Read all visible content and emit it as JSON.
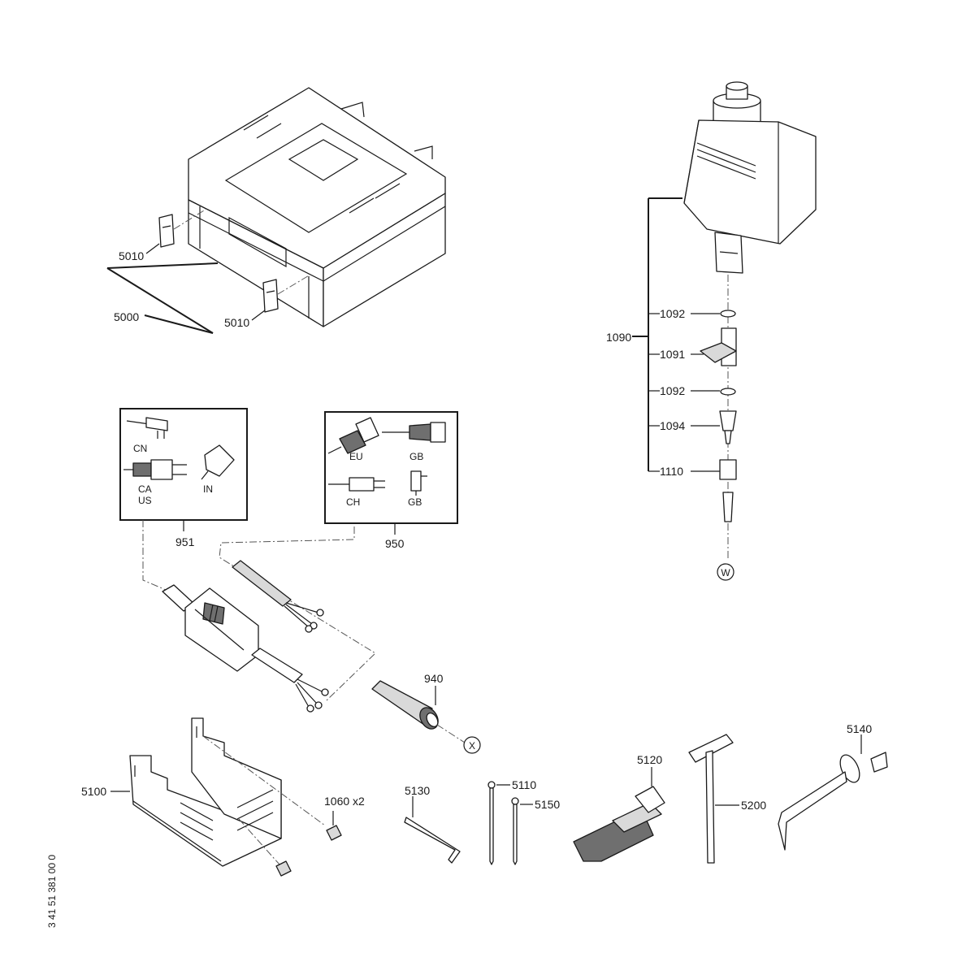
{
  "parts": {
    "case": "5000",
    "latch_left": "5010",
    "latch_right": "5010",
    "tank_assembly": "1090",
    "ring_top": "1092",
    "fitting": "1091",
    "ring_bottom": "1092",
    "nozzle": "1094",
    "nut": "1110",
    "handle": "940",
    "guard": "5100",
    "screws": "1060 x2",
    "hex_key": "5130",
    "pin_long": "5110",
    "pin_short": "5150",
    "strap": "5120",
    "t_tool": "5200",
    "hook_tool": "5140",
    "cord_set_a": "951",
    "cord_set_b": "950"
  },
  "plugs_951": {
    "cn": "CN",
    "ca": "CA",
    "us": "US",
    "in": "IN"
  },
  "plugs_950": {
    "eu": "EU",
    "gb_top": "GB",
    "ch": "CH",
    "gb_bottom": "GB"
  },
  "refs": {
    "w": "W",
    "x": "X"
  },
  "doc_number": "3 41 51 381 00 0"
}
